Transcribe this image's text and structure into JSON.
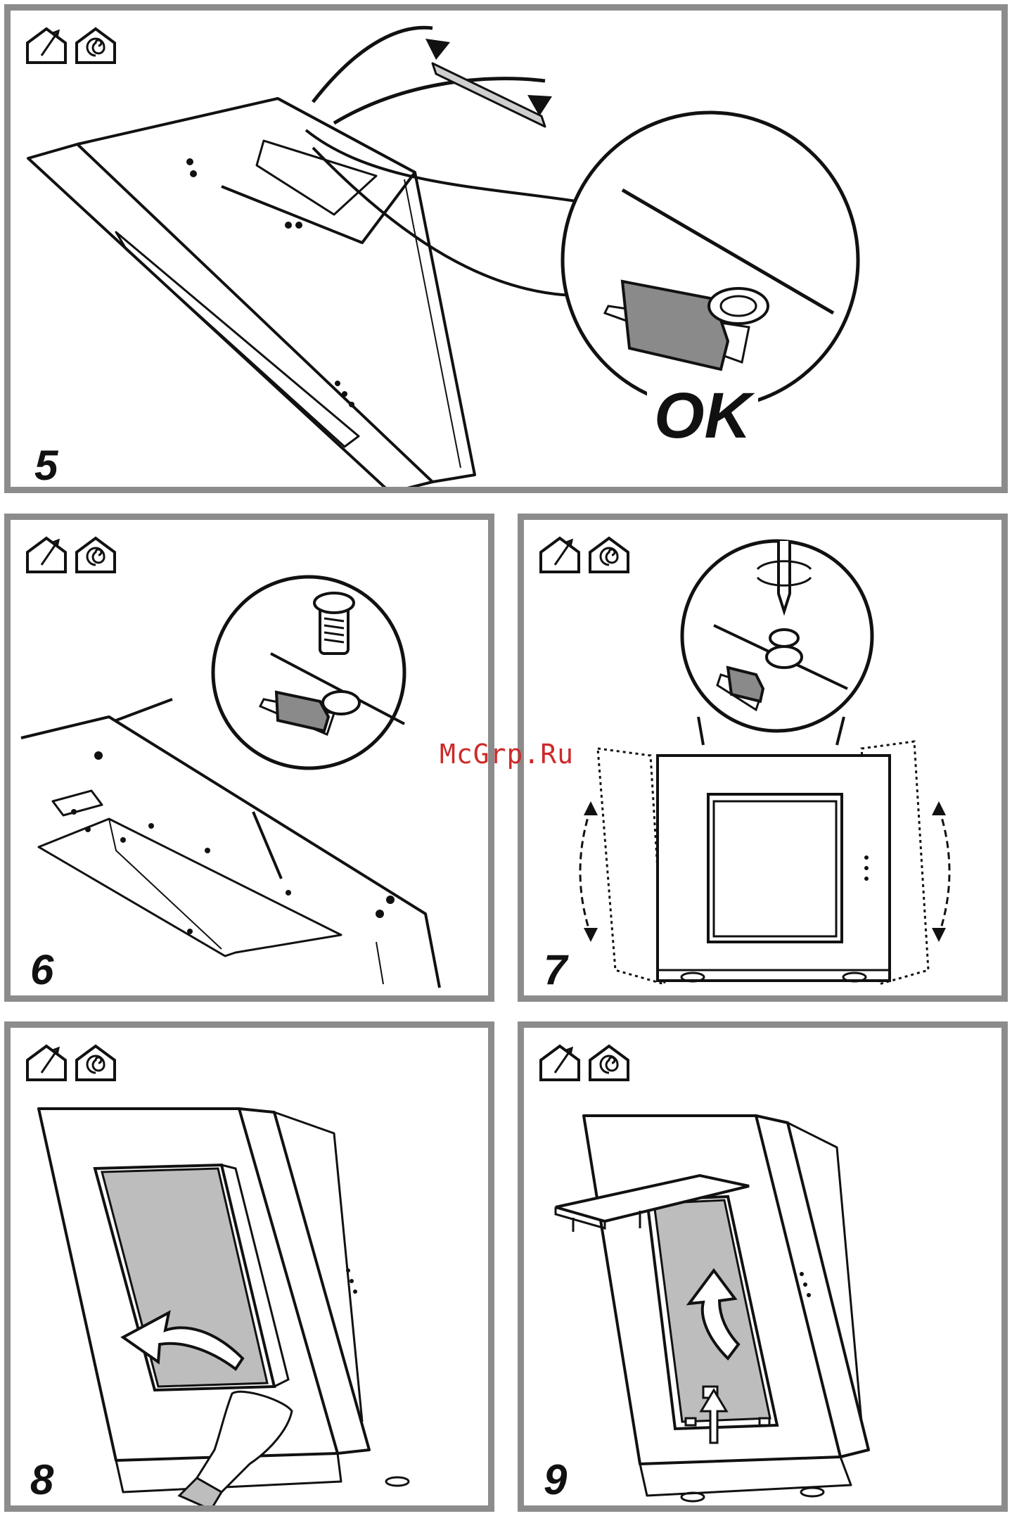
{
  "watermark": "McGrp.Ru",
  "ok_label": "OK",
  "colors": {
    "frame": "#8c8c8c",
    "watermark": "#cc2a2a",
    "filter_gray": "#bdbdbd",
    "ink": "#111111"
  },
  "icons": [
    "ducted-mode-icon",
    "recirculation-mode-icon"
  ],
  "panels": [
    {
      "step": "5"
    },
    {
      "step": "6"
    },
    {
      "step": "7"
    },
    {
      "step": "8"
    },
    {
      "step": "9"
    }
  ]
}
